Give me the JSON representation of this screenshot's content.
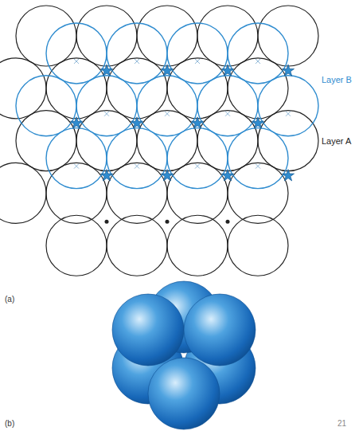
{
  "diagram": {
    "labels": [
      "Layer B",
      "Layer A",
      "(a)",
      "(b)",
      "21"
    ]
  }
}
